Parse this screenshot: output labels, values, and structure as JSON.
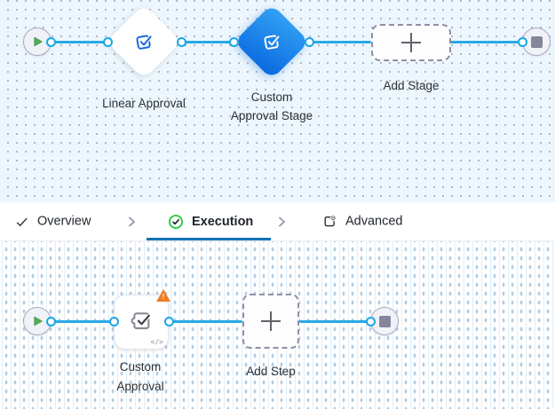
{
  "stage_flow": {
    "stages": [
      {
        "label": "Linear Approval"
      },
      {
        "line1": "Custom",
        "line2": "Approval Stage"
      }
    ],
    "add_stage": "Add Stage"
  },
  "tab_bar": {
    "overview": "Overview",
    "execution": "Execution",
    "advanced": "Advanced"
  },
  "step_flow": {
    "step": {
      "line1": "Custom",
      "line2": "Approval"
    },
    "add_step": "Add Step",
    "warning_glyph": "!",
    "code_glyph": "</>"
  },
  "colors": {
    "edge_blue": "#29a9e4",
    "port_ring_blue": "#18a6e8",
    "selected_stage_blue_top": "#2f9df2",
    "selected_stage_blue_bottom": "#0b6be0",
    "tab_underline_blue": "#1273b4",
    "warning_orange": "#ee7d22",
    "execution_check_green": "#2ecb49",
    "play_green": "#55a75a",
    "stop_gray": "#85859b",
    "canvas_top_bg": "#ecf6fc"
  }
}
